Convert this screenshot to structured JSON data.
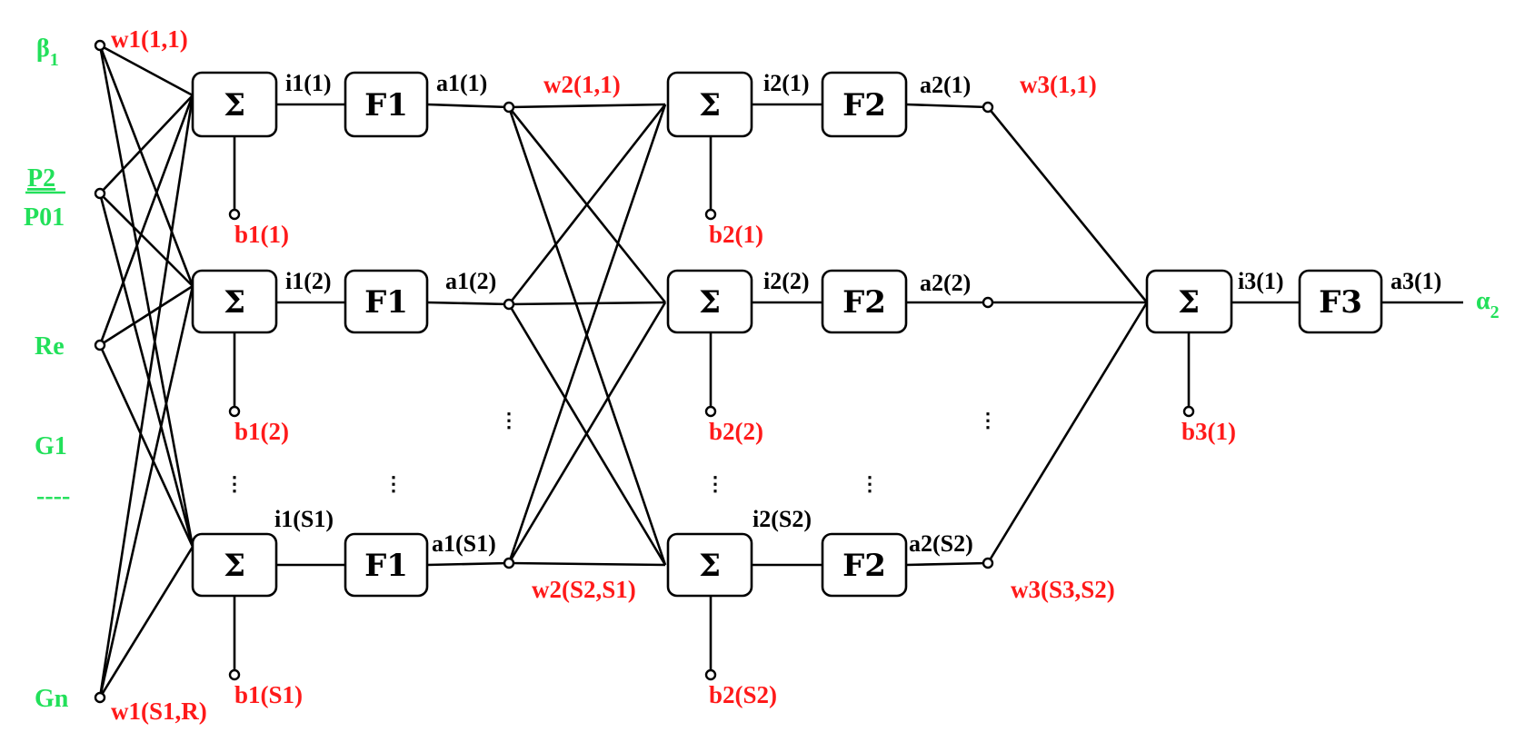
{
  "colors": {
    "inputs": "#22e05a",
    "weights_biases": "#ff1a1a",
    "signals": "#000000"
  },
  "inputs": {
    "beta1": {
      "symbol": "β",
      "subscript": "1"
    },
    "p2_over_p01": {
      "numerator": "P2",
      "denominator": "P01"
    },
    "re": "Re",
    "g1": "G1",
    "ellipsis": "----",
    "gn": "Gn"
  },
  "layer1": {
    "sum_symbol": "Σ",
    "function": "F1",
    "signals": [
      "i1(1)",
      "i1(2)",
      "i1(S1)"
    ],
    "outputs": [
      "a1(1)",
      "a1(2)",
      "a1(S1)"
    ],
    "biases": [
      "b1(1)",
      "b1(2)",
      "b1(S1)"
    ],
    "weights": {
      "first": "w1(1,1)",
      "last": "w1(S1,R)"
    }
  },
  "layer2": {
    "sum_symbol": "Σ",
    "function": "F2",
    "signals": [
      "i2(1)",
      "i2(2)",
      "i2(S2)"
    ],
    "outputs": [
      "a2(1)",
      "a2(2)",
      "a2(S2)"
    ],
    "biases": [
      "b2(1)",
      "b2(2)",
      "b2(S2)"
    ],
    "weights": {
      "first": "w2(1,1)",
      "last": "w2(S2,S1)"
    }
  },
  "layer3": {
    "sum_symbol": "Σ",
    "function": "F3",
    "signal": "i3(1)",
    "output": "a3(1)",
    "bias": "b3(1)",
    "weights": {
      "first": "w3(1,1)",
      "last": "w3(S3,S2)"
    }
  },
  "output": {
    "symbol": "α",
    "subscript": "2"
  },
  "ellipsis_glyph": "⋮"
}
